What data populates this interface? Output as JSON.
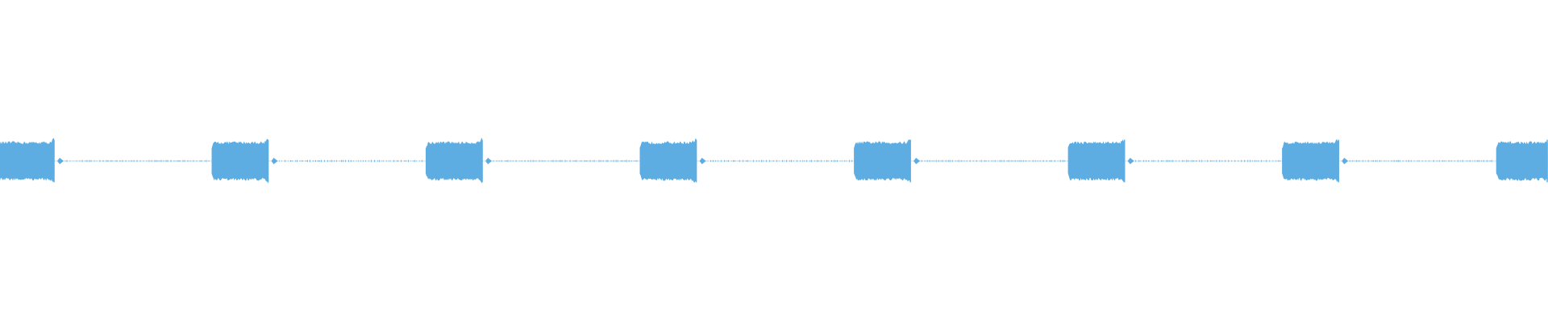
{
  "waveform": {
    "color": "#5dade2",
    "burst_count": 8,
    "burst_period_fraction": 0.1383,
    "burst_width_fraction": 0.0365,
    "first_burst_start_fraction": -0.0016,
    "burst_peak_amplitude": 0.66,
    "burst_body_amplitude": 0.56,
    "silence_amplitude": 0.012,
    "transient_amplitude": 0.05
  }
}
